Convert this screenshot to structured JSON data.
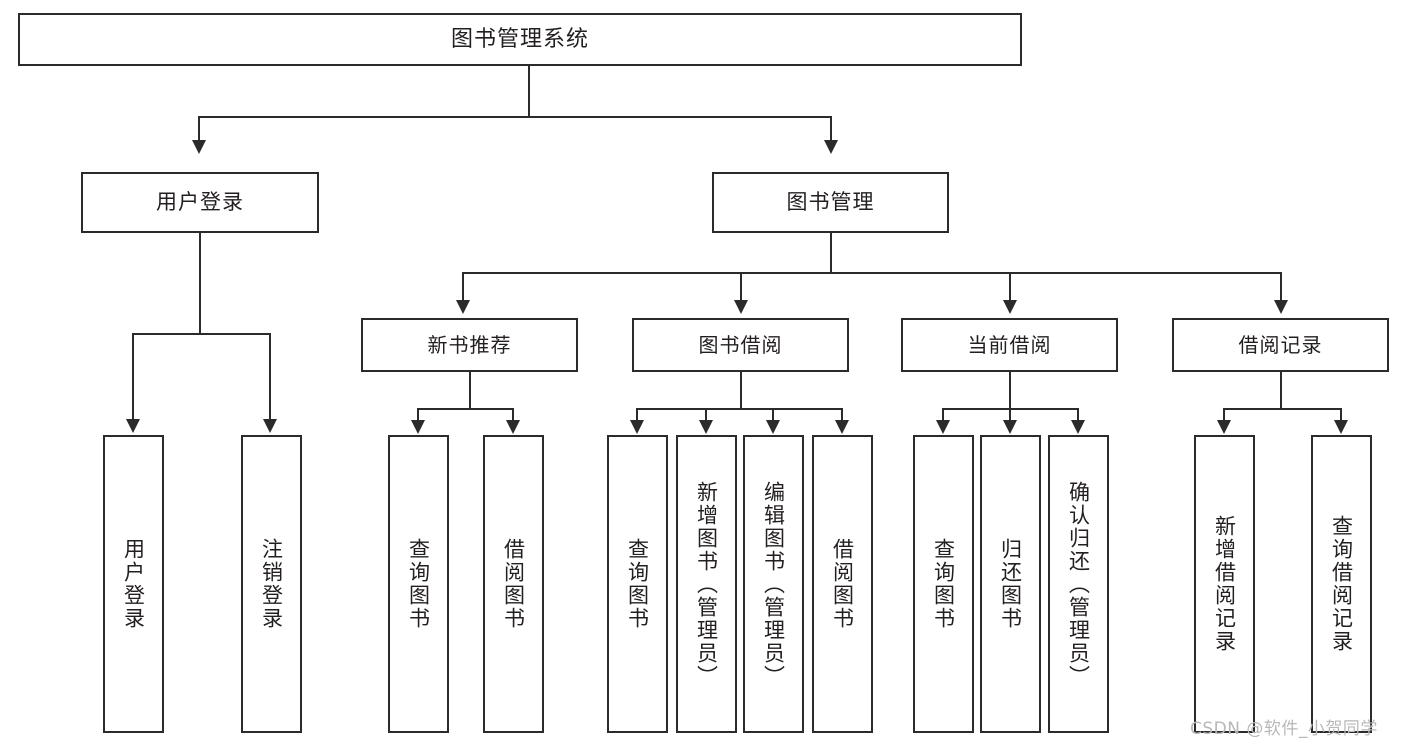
{
  "diagram": {
    "title": "图书管理系统",
    "root": {
      "label": "图书管理系统"
    },
    "level1": [
      {
        "label": "用户登录"
      },
      {
        "label": "图书管理"
      }
    ],
    "level2": [
      {
        "label": "新书推荐"
      },
      {
        "label": "图书借阅"
      },
      {
        "label": "当前借阅"
      },
      {
        "label": "借阅记录"
      }
    ],
    "leaves": [
      {
        "label": "用户登录"
      },
      {
        "label": "注销登录"
      },
      {
        "label": "查询图书"
      },
      {
        "label": "借阅图书"
      },
      {
        "label": "查询图书"
      },
      {
        "label": "新增图书（管理员）"
      },
      {
        "label": "编辑图书（管理员）"
      },
      {
        "label": "借阅图书"
      },
      {
        "label": "查询图书"
      },
      {
        "label": "归还图书"
      },
      {
        "label": "确认归还（管理员）"
      },
      {
        "label": "新增借阅记录"
      },
      {
        "label": "查询借阅记录"
      }
    ],
    "watermark": "CSDN @软件_小贺同学",
    "colors": {
      "stroke": "#2b2b2b",
      "fill": "#ffffff",
      "text": "#231f20",
      "watermark": "#b8b8b8"
    }
  }
}
